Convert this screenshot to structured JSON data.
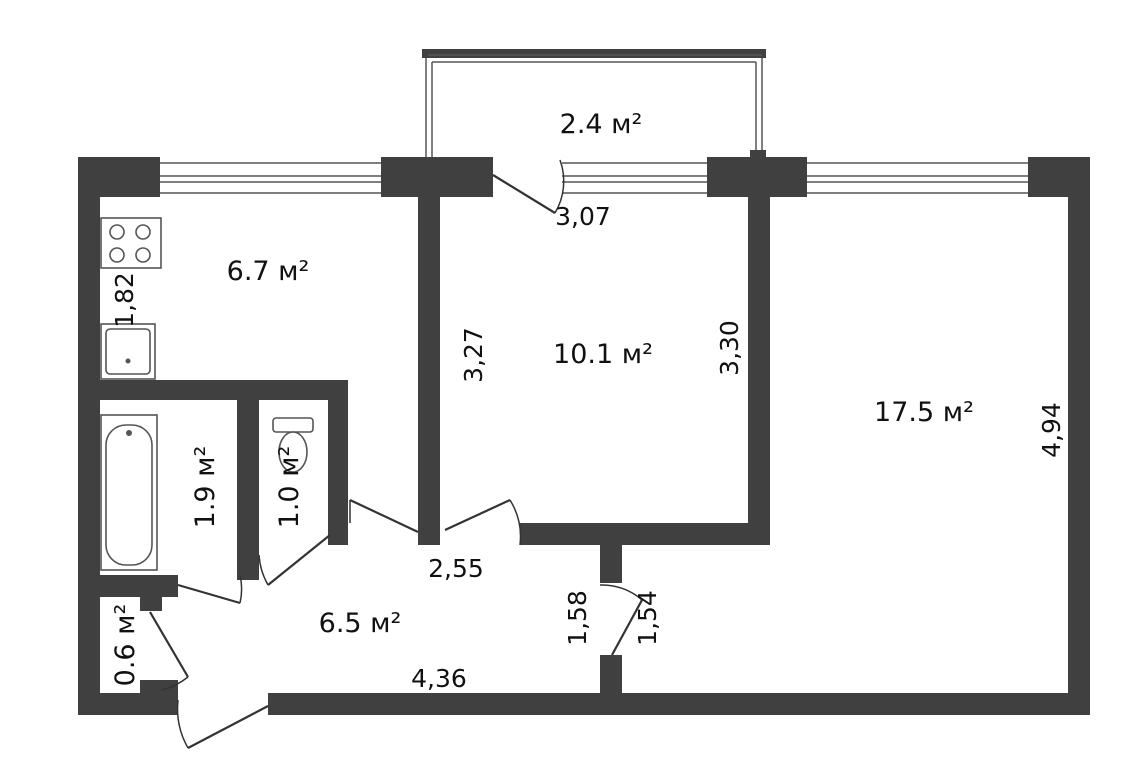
{
  "rooms": {
    "balcony": {
      "area": "2.4 м²"
    },
    "kitchen": {
      "area": "6.7 м²",
      "dim_side": "1,82"
    },
    "middle_room": {
      "area": "10.1 м²",
      "dim_top": "3,07",
      "dim_left": "3,27",
      "dim_right": "3,30"
    },
    "big_room": {
      "area": "17.5 м²",
      "dim_right": "4,94"
    },
    "bathroom": {
      "area": "1.9 м²"
    },
    "toilet": {
      "area": "1.0 м²"
    },
    "closet": {
      "area": "0.6 м²"
    },
    "hallway": {
      "area": "6.5 м²",
      "dim_top": "2,55",
      "dim_bottom": "4,36",
      "dim_left": "1,58",
      "dim_right": "1,54"
    }
  },
  "colors": {
    "wall": "#404040",
    "background": "#ffffff",
    "window": "#555555"
  }
}
